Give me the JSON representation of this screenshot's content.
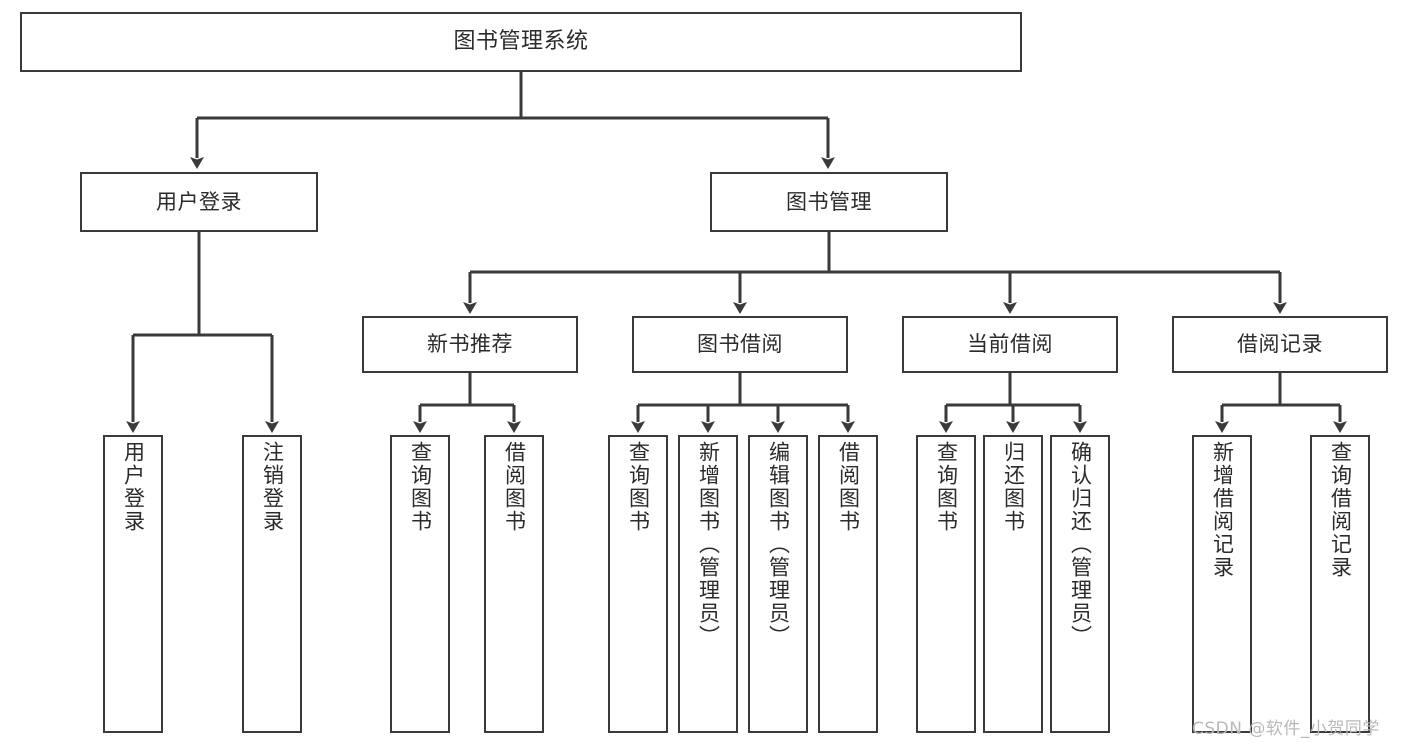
{
  "diagram": {
    "title": "图书管理系统",
    "watermark": "CSDN @软件_小贺同学",
    "colors": {
      "stroke": "#3a3a3a",
      "fill": "#ffffff",
      "text": "#2b2b2b",
      "watermark": "#b9b9b9"
    },
    "nodes": {
      "root": {
        "label": "图书管理系统"
      },
      "level1": [
        {
          "id": "user-login",
          "label": "用户登录"
        },
        {
          "id": "book-management",
          "label": "图书管理"
        }
      ],
      "level2": [
        {
          "id": "new-book-recommend",
          "label": "新书推荐"
        },
        {
          "id": "book-borrow",
          "label": "图书借阅"
        },
        {
          "id": "current-borrow",
          "label": "当前借阅"
        },
        {
          "id": "borrow-record",
          "label": "借阅记录"
        }
      ],
      "leaves": [
        {
          "id": "leaf-user-login",
          "label": "用户登录",
          "parent": "user-login"
        },
        {
          "id": "leaf-logout",
          "label": "注销登录",
          "parent": "user-login"
        },
        {
          "id": "leaf-query-book-1",
          "label": "查询图书",
          "parent": "new-book-recommend"
        },
        {
          "id": "leaf-borrow-book-1",
          "label": "借阅图书",
          "parent": "new-book-recommend"
        },
        {
          "id": "leaf-query-book-2",
          "label": "查询图书",
          "parent": "book-borrow"
        },
        {
          "id": "leaf-add-book",
          "label": "新增图书（管理员）",
          "parent": "book-borrow"
        },
        {
          "id": "leaf-edit-book",
          "label": "编辑图书（管理员）",
          "parent": "book-borrow"
        },
        {
          "id": "leaf-borrow-book-2",
          "label": "借阅图书",
          "parent": "book-borrow"
        },
        {
          "id": "leaf-query-book-3",
          "label": "查询图书",
          "parent": "current-borrow"
        },
        {
          "id": "leaf-return-book",
          "label": "归还图书",
          "parent": "current-borrow"
        },
        {
          "id": "leaf-confirm-return",
          "label": "确认归还（管理员）",
          "parent": "current-borrow"
        },
        {
          "id": "leaf-add-record",
          "label": "新增借阅记录",
          "parent": "borrow-record"
        },
        {
          "id": "leaf-query-record",
          "label": "查询借阅记录",
          "parent": "borrow-record"
        }
      ]
    }
  }
}
